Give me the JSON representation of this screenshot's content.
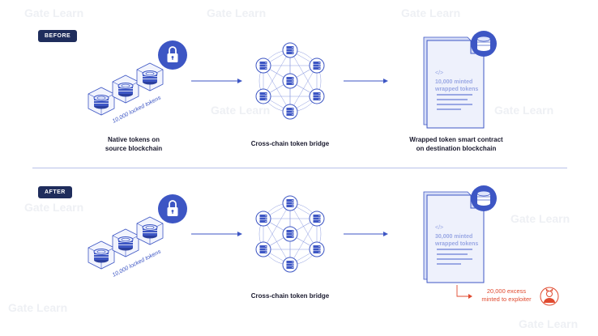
{
  "watermark": "Gate Learn",
  "before": {
    "tag": "BEFORE",
    "locked_tokens": "10,000 locked tokens",
    "native_label": [
      "Native tokens on",
      "source blockchain"
    ],
    "bridge_label": "Cross-chain token bridge",
    "contract_code": "</>",
    "contract_text": [
      "10,000 minted",
      "wrapped tokens"
    ],
    "contract_label": [
      "Wrapped token smart contract",
      "on destination blockchain"
    ]
  },
  "after": {
    "tag": "AFTER",
    "locked_tokens": "10,000 locked tokens",
    "bridge_label": "Cross-chain token bridge",
    "contract_code": "</>",
    "contract_text": [
      "30,000 minted",
      "wrapped tokens"
    ],
    "exploit_note": [
      "20,000 excess",
      "minted to exploiter"
    ]
  },
  "colors": {
    "accent": "#3d56c4",
    "light": "#e4e9fb",
    "dark_tag": "#1f2d5c",
    "danger": "#e04a2f"
  },
  "icons": [
    "lock-icon",
    "coin-stack-icon",
    "server-icon",
    "document-icon",
    "exploiter-avatar-icon"
  ]
}
